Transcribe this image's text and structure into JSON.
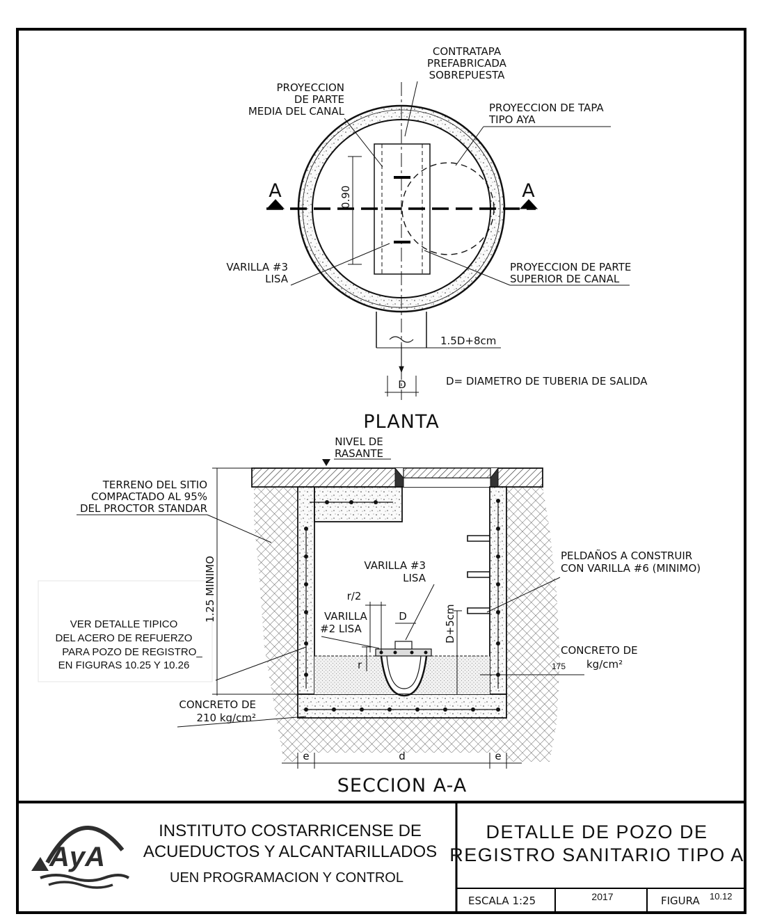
{
  "plan": {
    "title": "PLANTA",
    "section_mark": "A",
    "contratapa": [
      "CONTRATAPA",
      "PREFABRICADA",
      "SOBREPUESTA"
    ],
    "proy_media": [
      "PROYECCION",
      "DE PARTE",
      "MEDIA DEL CANAL"
    ],
    "proy_tapa": [
      "PROYECCION DE TAPA",
      "TIPO AYA"
    ],
    "dim_090": "0.90",
    "varilla3": [
      "VARILLA #3",
      "LISA"
    ],
    "proy_superior": [
      "PROYECCION DE PARTE",
      "SUPERIOR DE CANAL"
    ],
    "dim_15d": "1.5D+8cm",
    "dim_d": "D",
    "d_note": "D= DIAMETRO DE TUBERIA DE SALIDA"
  },
  "section": {
    "title": "SECCION A-A",
    "nivel": [
      "NIVEL DE",
      "RASANTE"
    ],
    "terreno": [
      "TERRENO DEL SITIO",
      "COMPACTADO AL 95%",
      "DEL PROCTOR STANDAR"
    ],
    "min_depth": "1.25 MINIMO",
    "ver_detalle": [
      "VER DETALLE TIPICO",
      "DEL ACERO DE REFUERZO",
      "PARA POZO DE REGISTRO_",
      "EN FIGURAS 10.25 Y 10.26"
    ],
    "varilla3": [
      "VARILLA #3",
      "LISA"
    ],
    "r2": "r/2",
    "d": "D",
    "varilla2": [
      "VARILLA",
      "#2 LISA"
    ],
    "r": "r",
    "dplus": "D+5cm",
    "peldanos": [
      "PELDAÑOS A CONSTRUIR",
      "CON VARILLA #6 (MINIMO)"
    ],
    "concreto175": [
      "CONCRETO DE",
      "175",
      "kg/cm²"
    ],
    "concreto210": [
      "CONCRETO DE",
      "210 kg/cm²"
    ],
    "dim_e": "e",
    "dim_dd": "d"
  },
  "title_block": {
    "org": [
      "INSTITUTO COSTARRICENSE DE",
      "ACUEDUCTOS Y ALCANTARILLADOS",
      "UEN PROGRAMACION Y CONTROL"
    ],
    "logo_text": "AyA",
    "title": [
      "DETALLE DE POZO DE",
      "REGISTRO SANITARIO TIPO A"
    ],
    "escala": "ESCALA 1:25",
    "year": "2017",
    "figura_label": "FIGURA",
    "figura_num": "10.12"
  }
}
